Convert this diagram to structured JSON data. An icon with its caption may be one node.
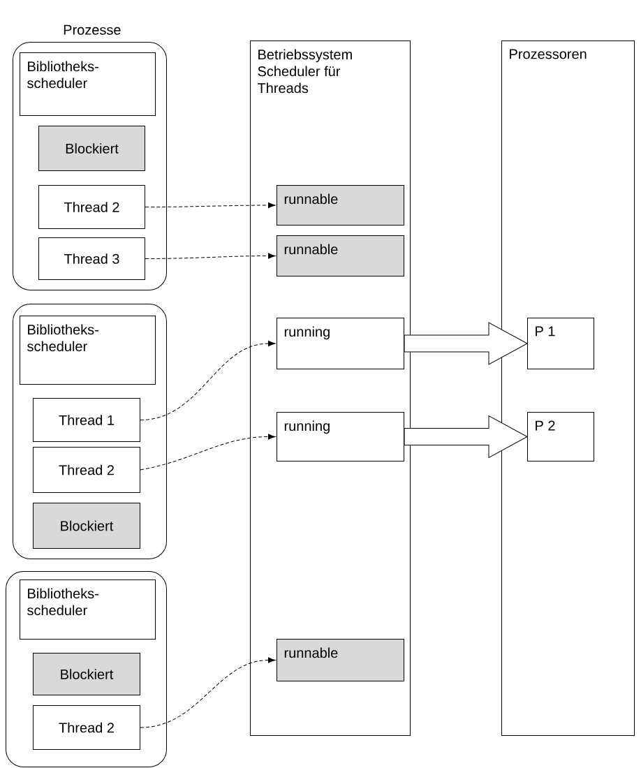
{
  "diagram": {
    "nodes": [
      {
        "text": [],
        "shape": "box"
      },
      {
        "text": [
          "Bibliotheks- scheduler"
        ],
        "in": 0
      },
      {
        "text": [
          "Blockiert"
        ],
        "in": 0
      },
      {
        "text": [
          "Thread 2"
        ],
        "in": 0
      },
      {
        "text": [
          "Thread 3"
        ],
        "in": 0
      },
      {
        "text": [],
        "shape": "box"
      },
      {
        "text": [
          "Bibliotheks- scheduler"
        ],
        "in": 5
      },
      {
        "text": [
          "Thread 1"
        ],
        "in": 5
      },
      {
        "text": [
          "Thread 2"
        ],
        "in": 5
      },
      {
        "text": [
          "Blockiert"
        ],
        "in": 5
      },
      {
        "text": [],
        "shape": "box"
      },
      {
        "text": [
          "Bibliotheks- scheduler"
        ],
        "in": 10
      },
      {
        "text": [
          "Blockiert"
        ],
        "in": 10
      },
      {
        "text": [
          "Thread 2"
        ],
        "in": 10
      },
      {
        "text": [
          "Betriebssystem Scheduler für Threads"
        ]
      },
      {
        "text": [
          "runnable"
        ],
        "in": 14
      },
      {
        "text": [
          "runnable"
        ],
        "in": 14
      },
      {
        "text": [
          "running"
        ],
        "in": 14
      },
      {
        "text": [
          "running"
        ],
        "in": 14
      },
      {
        "text": [
          "runnable"
        ],
        "in": 14
      },
      {
        "text": [
          "Prozessoren"
        ]
      },
      {
        "text": [
          "P 1"
        ],
        "in": 20
      },
      {
        "text": [
          "P 2"
        ],
        "in": 20
      }
    ],
    "edges": [
      {
        "from": 3,
        "to": 15,
        "arrow": "to",
        "style": "dashed"
      },
      {
        "from": 4,
        "to": 16,
        "arrow": "to",
        "style": "dashed"
      },
      {
        "from": 7,
        "to": 17,
        "arrow": "to",
        "style": "dashed"
      },
      {
        "from": 8,
        "to": 18,
        "arrow": "to",
        "style": "dashed"
      },
      {
        "from": 13,
        "to": 19,
        "arrow": "to",
        "style": "dashed"
      },
      {
        "from": 17,
        "to": 21,
        "arrow": "to",
        "style": "thick"
      },
      {
        "from": 18,
        "to": 22,
        "arrow": "to",
        "style": "thick"
      }
    ],
    "labels": [
      "Prozesse"
    ]
  }
}
